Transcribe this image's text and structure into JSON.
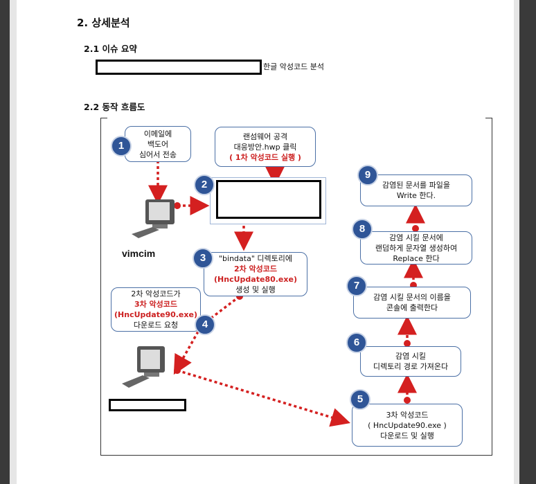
{
  "section_title": "2. 상세분석",
  "summary": {
    "heading": "2.1 이슈 요약",
    "text": "한글 악성코드 분석"
  },
  "flow": {
    "heading": "2.2 동작 흐름도",
    "host_label": "vimcim",
    "steps": [
      {
        "num": "1",
        "lines": [
          "이메일에",
          "백도어",
          "심어서 전송"
        ],
        "highlight": []
      },
      {
        "num": "",
        "lines": [
          "랜섬웨어 공격",
          "대응방안.hwp  클릭"
        ],
        "highlight": [
          "( 1차 악성코드 실행 )"
        ]
      },
      {
        "num": "2",
        "lines": [],
        "highlight": []
      },
      {
        "num": "3",
        "lines": [
          "\"bindata\" 디렉토리에"
        ],
        "highlight": [
          "2차 악성코드",
          "(HncUpdate80.exe)"
        ],
        "after": [
          "생성 및 실행"
        ]
      },
      {
        "num": "4",
        "lines": [
          "2차 악성코드가"
        ],
        "highlight": [
          "3차 악성코드",
          "(HncUpdate90.exe)"
        ],
        "after": [
          "다운로드 요청"
        ]
      },
      {
        "num": "5",
        "lines": [
          "3차 악성코드",
          "( HncUpdate90.exe )",
          "다운로드 및 실행"
        ],
        "highlight": []
      },
      {
        "num": "6",
        "lines": [
          "감염 시킬",
          "디렉토리 경로 가져온다"
        ],
        "highlight": []
      },
      {
        "num": "7",
        "lines": [
          "감염 시킬 문서의 이름을",
          "콘솔에 출력한다"
        ],
        "highlight": []
      },
      {
        "num": "8",
        "lines": [
          "감염 시킬 문서에",
          "랜덤하게 문자열 생성하여",
          "Replace 한다"
        ],
        "highlight": []
      },
      {
        "num": "9",
        "lines": [
          "감염된 문서를 파일을",
          "Write 한다."
        ],
        "highlight": []
      }
    ]
  },
  "colors": {
    "arrow": "#d42020",
    "box_border": "#4a6fa5",
    "badge": "#2f5597",
    "highlight_text": "#cc1f1f"
  },
  "icons": [
    "computer-icon",
    "computer-icon"
  ]
}
